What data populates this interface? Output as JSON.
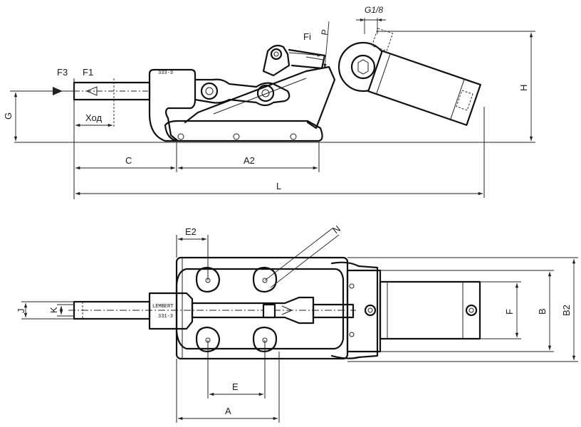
{
  "side_view": {
    "labels": {
      "g18": "G1/8",
      "fi": "Fi",
      "p": "P",
      "f3": "F3",
      "f1": "F1",
      "g": "G",
      "xod": "Ход",
      "h": "H",
      "c": "C",
      "a2": "A2",
      "l": "L"
    }
  },
  "top_view": {
    "labels": {
      "e2": "E2",
      "n": "N",
      "j": "J",
      "k": "K",
      "f": "F",
      "b": "B",
      "b2": "B2",
      "e": "E",
      "a": "A"
    }
  }
}
